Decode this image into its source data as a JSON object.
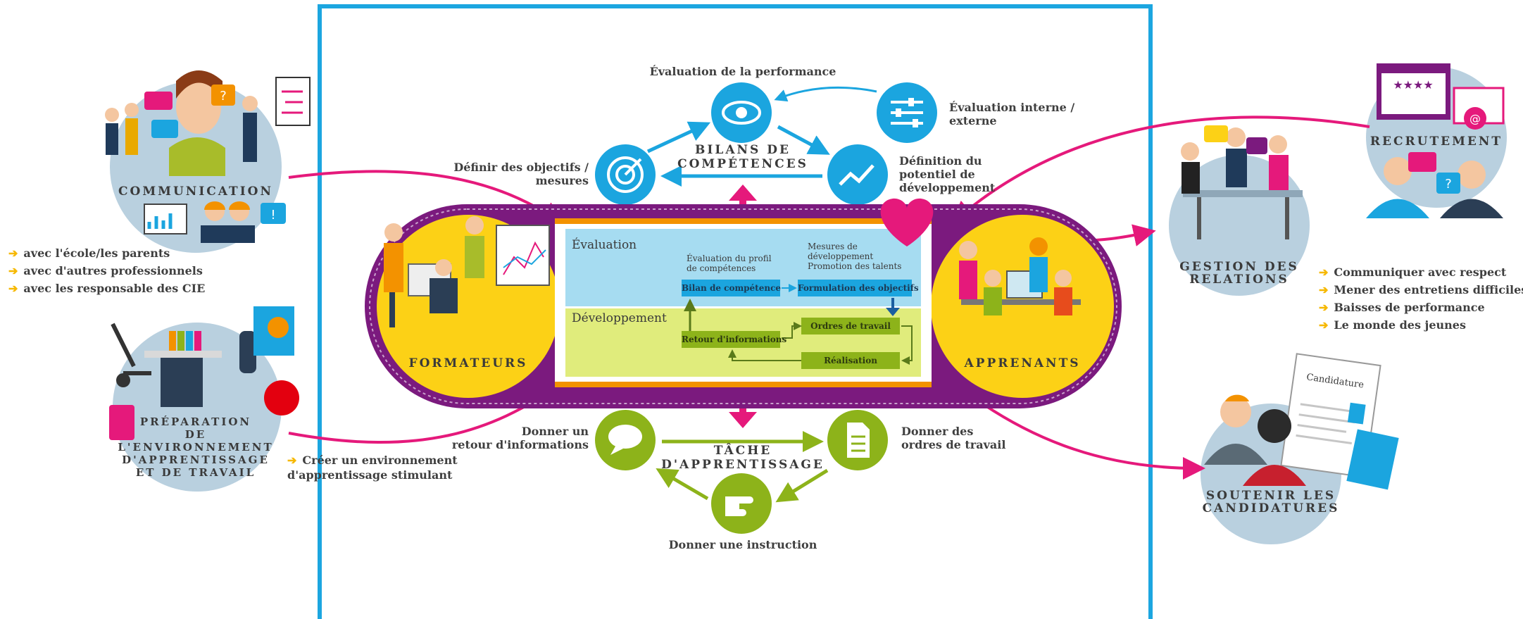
{
  "colors": {
    "frame": "#1ca6e0",
    "pink": "#e5197b",
    "purple": "#7b1a7e",
    "yellow": "#fcd116",
    "green": "#8db31a",
    "blue": "#1ba5df",
    "circle_bg": "#b9d0df",
    "bullet": "#f6b800"
  },
  "left": {
    "communication": {
      "title": "COMMUNICATION",
      "items": [
        "avec l'école/les parents",
        "avec d'autres professionnels",
        "avec les responsable des CIE"
      ]
    },
    "preparation": {
      "title_lines": [
        "PRÉPARATION",
        "DE",
        "L'ENVIRONNEMENT",
        "D'APPRENTISSAGE",
        "ET DE TRAVAIL"
      ],
      "items": [
        "Créer un environnement",
        "d'apprentissage stimulant"
      ]
    }
  },
  "top": {
    "center_title_lines": [
      "BILANS DE",
      "COMPÉTENCES"
    ],
    "eval_perf": "Évaluation de la performance",
    "eval_interne_lines": [
      "Évaluation interne /",
      "externe"
    ],
    "definir_lines": [
      "Définir des objectifs /",
      "mesures"
    ],
    "potentiel_lines": [
      "Définition du",
      "potentiel de",
      "développement"
    ]
  },
  "center": {
    "formateurs": "FORMATEURS",
    "apprenants": "APPRENANTS",
    "evaluation": "Évaluation",
    "developpement": "Développement",
    "eval_profil_lines": [
      "Évaluation du profil",
      "de compétences"
    ],
    "mesures_lines": [
      "Mesures de",
      "développement",
      "Promotion des talents"
    ],
    "bilan": "Bilan de compétence",
    "formulation": "Formulation des objectifs",
    "retour": "Retour d'informations",
    "ordres": "Ordres de travail",
    "realisation": "Réalisation"
  },
  "bottom": {
    "center_title_lines": [
      "TÂCHE",
      "D'APPRENTISSAGE"
    ],
    "retour_lines": [
      "Donner un",
      "retour d'informations"
    ],
    "ordres_lines": [
      "Donner des",
      "ordres de travail"
    ],
    "instruction": "Donner une instruction"
  },
  "right": {
    "recrutement": "RECRUTEMENT",
    "gestion_lines": [
      "GESTION DES",
      "RELATIONS"
    ],
    "gestion_items": [
      "Communiquer avec respect",
      "Mener des entretiens difficiles",
      "Baisses de performance",
      "Le monde des jeunes"
    ],
    "soutenir_lines": [
      "SOUTENIR LES",
      "CANDIDATURES"
    ],
    "candidature": "Candidature"
  },
  "icons": [
    "eye-icon",
    "sliders-icon",
    "target-icon",
    "trend-up-icon",
    "heart-icon",
    "speech-bubble-icon",
    "document-icon",
    "pointing-hand-icon"
  ]
}
